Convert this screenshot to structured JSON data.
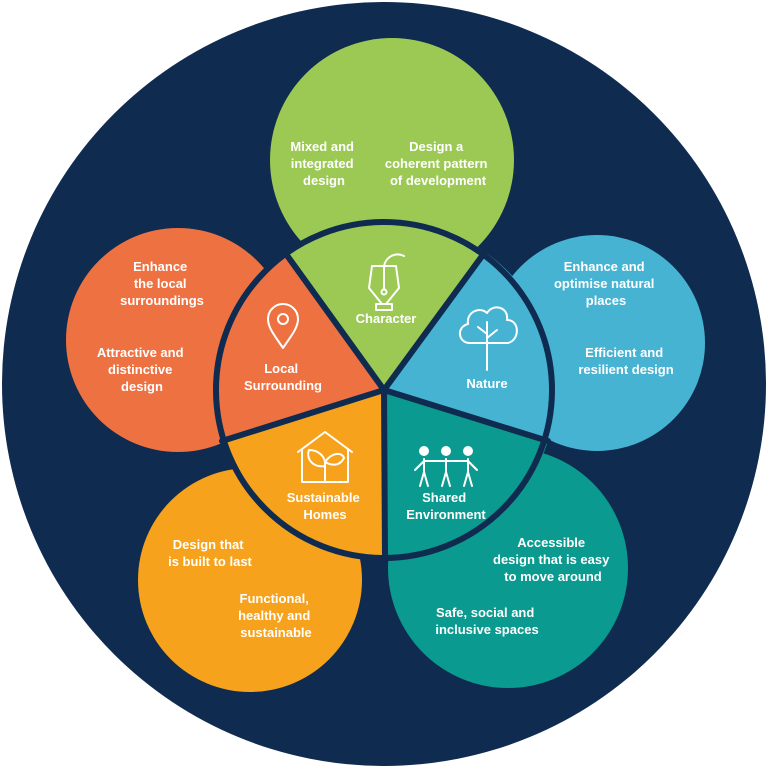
{
  "colors": {
    "background": "#0f2b50",
    "character": "#9cc954",
    "nature": "#47b3d2",
    "shared_environment": "#0b9a8f",
    "sustainable_homes": "#f6a21c",
    "local_surrounding": "#ee7142",
    "ring": "#0f2b50"
  },
  "segments": {
    "character": {
      "icon": "pen-nib-icon",
      "label": [
        "Character"
      ],
      "texts": [
        [
          "Mixed and",
          "integrated",
          "design"
        ],
        [
          "Design a",
          "coherent pattern",
          "of development"
        ]
      ]
    },
    "nature": {
      "icon": "tree-icon",
      "label": [
        "Nature"
      ],
      "texts": [
        [
          "Enhance and",
          "optimise natural",
          "places"
        ],
        [
          "Efficient and",
          "resilient design"
        ]
      ]
    },
    "shared_environment": {
      "icon": "people-icon",
      "label": [
        "Shared",
        "Environment"
      ],
      "texts": [
        [
          "Accessible",
          "design that is easy",
          "to move around"
        ],
        [
          "Safe, social and",
          "inclusive spaces"
        ]
      ]
    },
    "sustainable_homes": {
      "icon": "house-leaf-icon",
      "label": [
        "Sustainable",
        "Homes"
      ],
      "texts": [
        [
          "Design that",
          "is built to last"
        ],
        [
          "Functional,",
          "healthy and",
          "sustainable"
        ]
      ]
    },
    "local_surrounding": {
      "icon": "map-pin-icon",
      "label": [
        "Local",
        "Surrounding"
      ],
      "texts": [
        [
          "Enhance",
          "the local",
          "surroundings"
        ],
        [
          "Attractive and",
          "distinctive",
          "design"
        ]
      ]
    }
  }
}
